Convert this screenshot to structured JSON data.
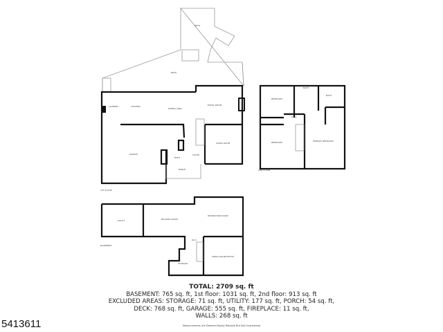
{
  "first_floor": {
    "label": "1ST FLOOR",
    "rooms": {
      "deck_upper": "DECK",
      "deck": "DECK",
      "laundry": "LAUNDRY",
      "kitchen": "KITCHEN",
      "dining": "DINING AREA",
      "family": "FAMILY ROOM",
      "living": "LIVING ROOM",
      "garage": "GARAGE",
      "bath": "BATH",
      "foyer": "FOYER",
      "porch": "PORCH"
    }
  },
  "second_floor": {
    "label": "2ND FLOOR",
    "rooms": {
      "bedroom1": "BEDROOM",
      "bath1": "BATH",
      "bath2": "BATH",
      "hall": "HALL",
      "bedroom2": "BEDROOM",
      "primary": "PRIMARY BEDROOM"
    }
  },
  "basement": {
    "label": "BASEMENT",
    "rooms": {
      "utility": "UTILITY",
      "billiard": "BILLIARD ROOM",
      "recreation": "RECREATION ROOM",
      "wic": "W.I.C.",
      "media": "MEDIA ROOM/OFFICE",
      "storage": "STORAGE"
    }
  },
  "summary": {
    "total": "TOTAL: 2709 sq. ft",
    "line1": "BASEMENT: 765 sq. ft, 1st floor: 1031 sq. ft, 2nd floor: 913 sq. ft",
    "line2": "EXCLUDED AREAS: STORAGE: 71 sq. ft, UTILITY: 177 sq. ft, PORCH: 54 sq. ft,",
    "line3": "DECK: 768 sq. ft, GARAGE: 555 sq. ft, FIREPLACE: 11 sq. ft,",
    "line4": "WALLS: 268 sq. ft",
    "note": "Measurements Are Deemed Highly Reliable But Not Guaranteed"
  },
  "listing_id": "5413611"
}
